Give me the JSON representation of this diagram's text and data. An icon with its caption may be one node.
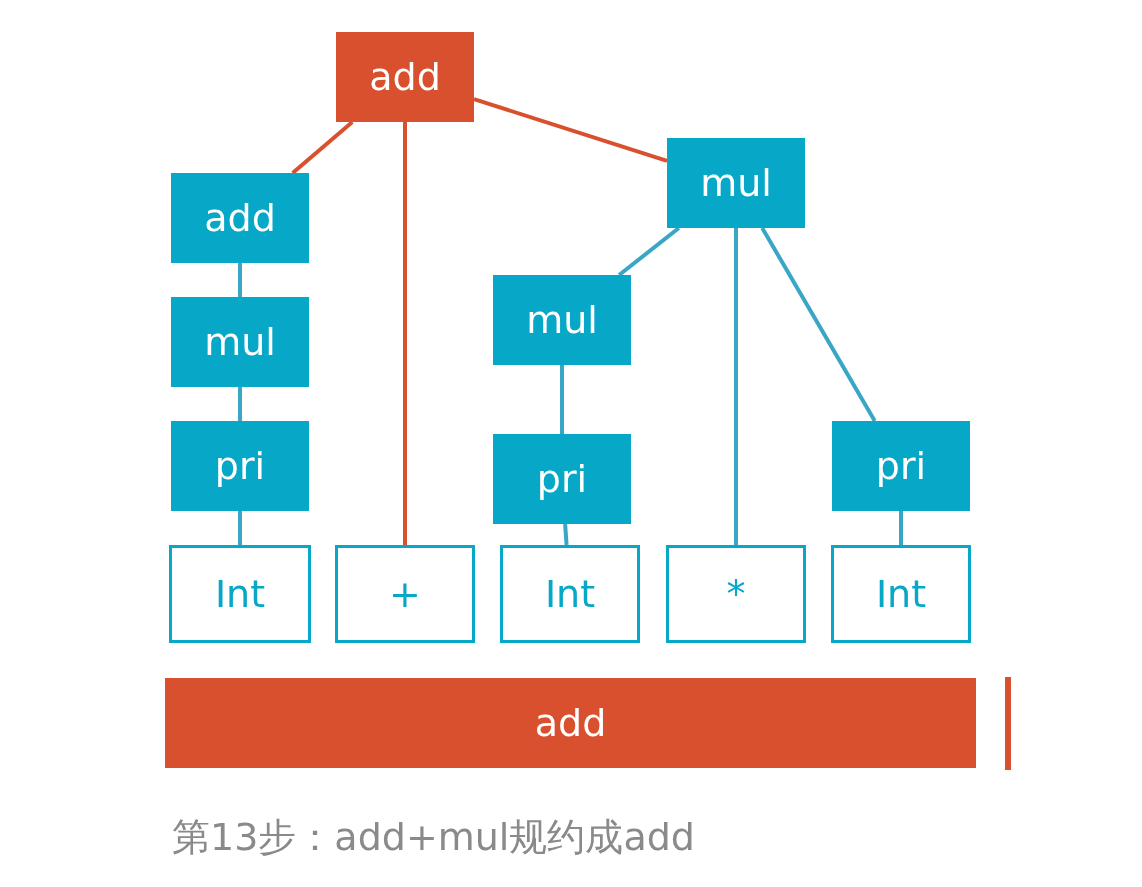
{
  "diagram": {
    "caption": "第13步：add+mul规约成add",
    "nodes": [
      {
        "text": [
          "add"
        ]
      },
      {
        "text": [
          "add"
        ]
      },
      {
        "text": [
          "mul"
        ]
      },
      {
        "text": [
          "pri"
        ]
      },
      {
        "text": [
          "mul"
        ]
      },
      {
        "text": [
          "mul"
        ]
      },
      {
        "text": [
          "pri"
        ]
      },
      {
        "text": [
          "pri"
        ]
      },
      {
        "text": [
          "Int"
        ]
      },
      {
        "text": [
          "+"
        ]
      },
      {
        "text": [
          "Int"
        ]
      },
      {
        "text": [
          "*"
        ]
      },
      {
        "text": [
          "Int"
        ]
      },
      {
        "text": [
          "add"
        ]
      },
      {
        "text": [],
        "shape": "bar"
      }
    ],
    "edges": [
      {
        "from": 0,
        "to": 1,
        "arrow": "none",
        "color": "#d9502e"
      },
      {
        "from": 0,
        "to": 9,
        "arrow": "none",
        "color": "#d9502e"
      },
      {
        "from": 0,
        "to": 4,
        "arrow": "none",
        "color": "#d9502e"
      },
      {
        "from": 1,
        "to": 2,
        "arrow": "none"
      },
      {
        "from": 2,
        "to": 3,
        "arrow": "none"
      },
      {
        "from": 3,
        "to": 8,
        "arrow": "none"
      },
      {
        "from": 4,
        "to": 5,
        "arrow": "none"
      },
      {
        "from": 4,
        "to": 11,
        "arrow": "none"
      },
      {
        "from": 4,
        "to": 7,
        "arrow": "none"
      },
      {
        "from": 5,
        "to": 6,
        "arrow": "none"
      },
      {
        "from": 6,
        "to": 10,
        "arrow": "none"
      },
      {
        "from": 7,
        "to": 12,
        "arrow": "none"
      }
    ]
  }
}
